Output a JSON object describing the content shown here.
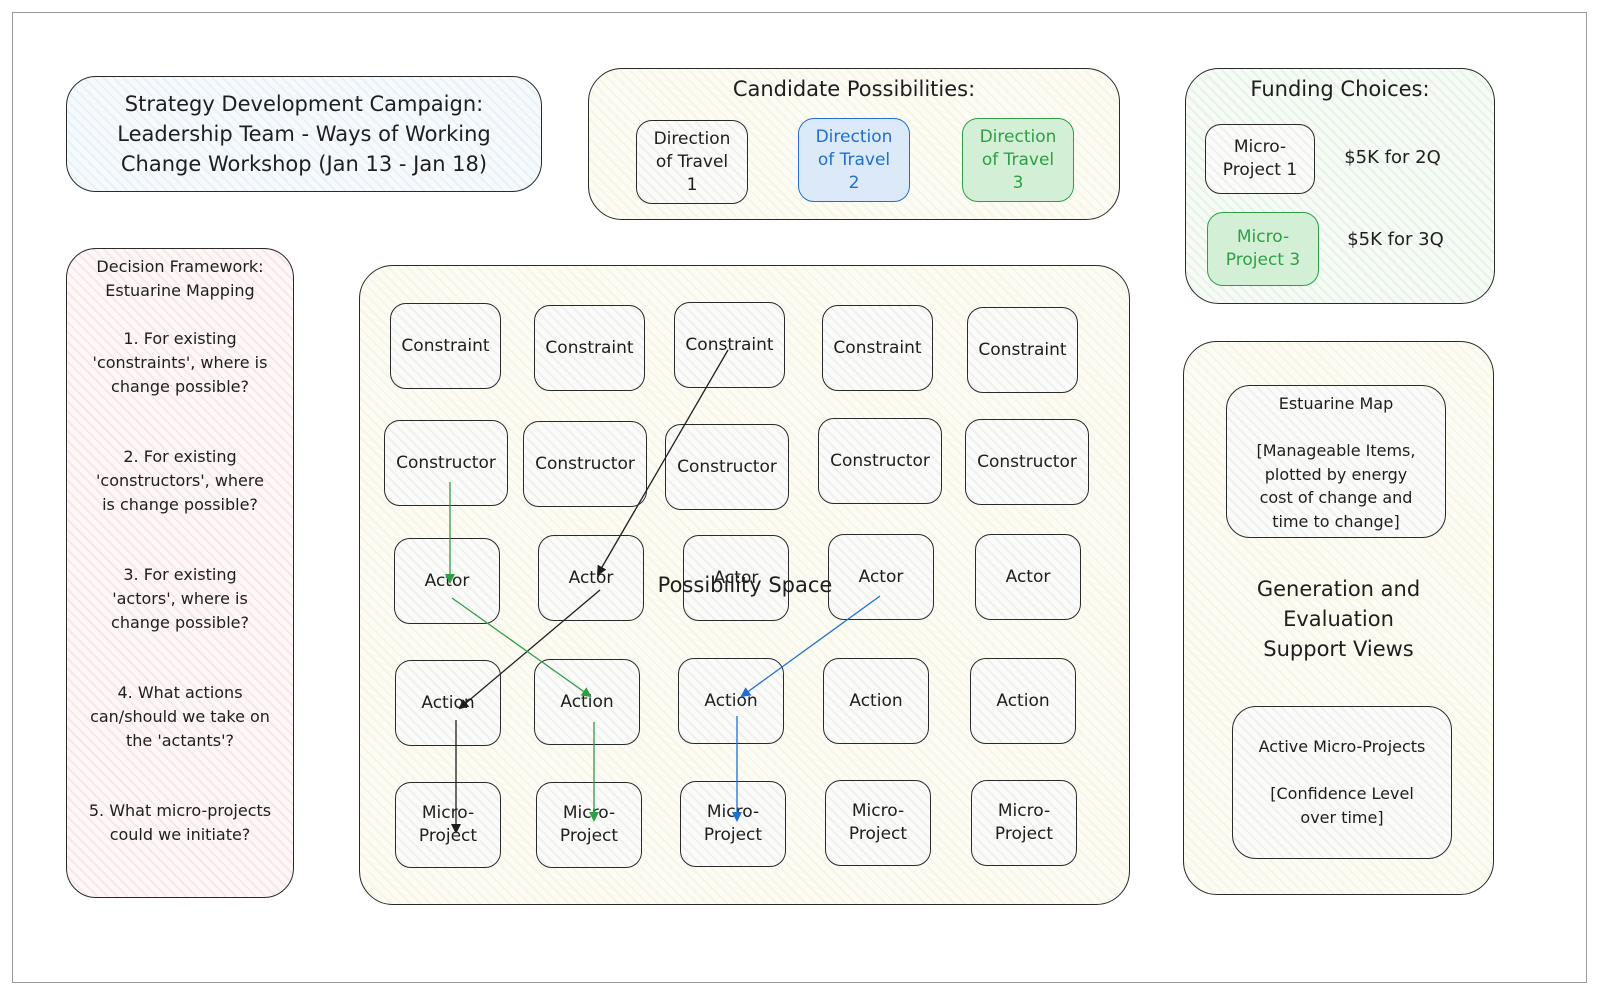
{
  "title": "Strategy Development Campaign:\nLeadership Team - Ways of Working\nChange Workshop (Jan 13 - Jan 18)",
  "candidates": {
    "heading": "Candidate Possibilities:",
    "items": [
      "Direction\nof Travel\n1",
      "Direction\nof Travel\n2",
      "Direction\nof Travel\n3"
    ]
  },
  "funding": {
    "heading": "Funding Choices:",
    "rows": [
      {
        "project": "Micro-\nProject 1",
        "amount": "$5K for 2Q"
      },
      {
        "project": "Micro-\nProject 3",
        "amount": "$5K for 3Q"
      }
    ]
  },
  "framework": {
    "heading": "Decision Framework:\nEstuarine Mapping",
    "questions": [
      "1. For existing\n'constraints', where is\nchange possible?",
      "2. For existing\n'constructors', where\nis change possible?",
      "3. For existing\n'actors', where is\nchange possible?",
      "4. What actions\ncan/should we take on\nthe 'actants'?",
      "5. What micro-projects\ncould we initiate?"
    ]
  },
  "possibility_space": {
    "label": "Possibility Space",
    "rows": [
      [
        "Constraint",
        "Constraint",
        "Constraint",
        "Constraint",
        "Constraint"
      ],
      [
        "Constructor",
        "Constructor",
        "Constructor",
        "Constructor",
        "Constructor"
      ],
      [
        "Actor",
        "Actor",
        "Actor",
        "Actor",
        "Actor"
      ],
      [
        "Action",
        "Action",
        "Action",
        "Action",
        "Action"
      ],
      [
        "Micro-\nProject",
        "Micro-\nProject",
        "Micro-\nProject",
        "Micro-\nProject",
        "Micro-\nProject"
      ]
    ]
  },
  "support": {
    "estuarine_map": "Estuarine Map\n\n[Manageable Items,\nplotted by energy\ncost of change and\ntime to change]",
    "heading": "Generation and\nEvaluation\nSupport Views",
    "active_projects": "Active Micro-Projects\n\n[Confidence Level\nover time]"
  },
  "colors": {
    "black": "#1e1e1e",
    "blue": "#1f6fcf",
    "green": "#2f9e44"
  }
}
